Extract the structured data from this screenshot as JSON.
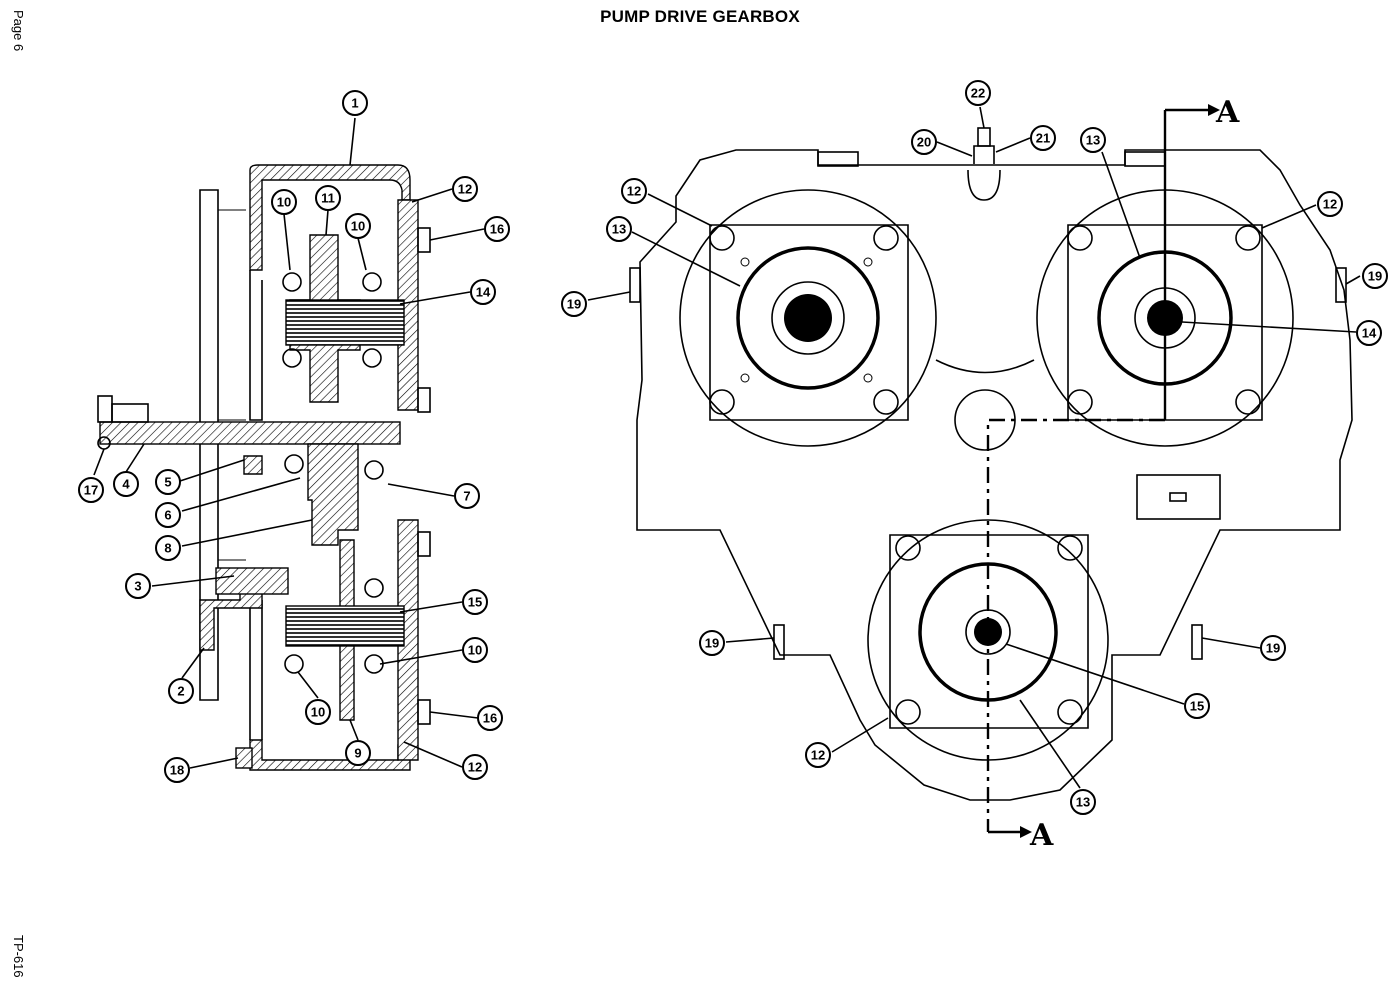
{
  "title": "PUMP DRIVE GEARBOX",
  "page_label": "Page 6",
  "doc_code": "TP-616",
  "section_marker": "A",
  "callouts": [
    "1",
    "2",
    "3",
    "4",
    "5",
    "6",
    "7",
    "8",
    "9",
    "10",
    "11",
    "12",
    "13",
    "14",
    "15",
    "16",
    "17",
    "18",
    "19",
    "20",
    "21",
    "22"
  ]
}
